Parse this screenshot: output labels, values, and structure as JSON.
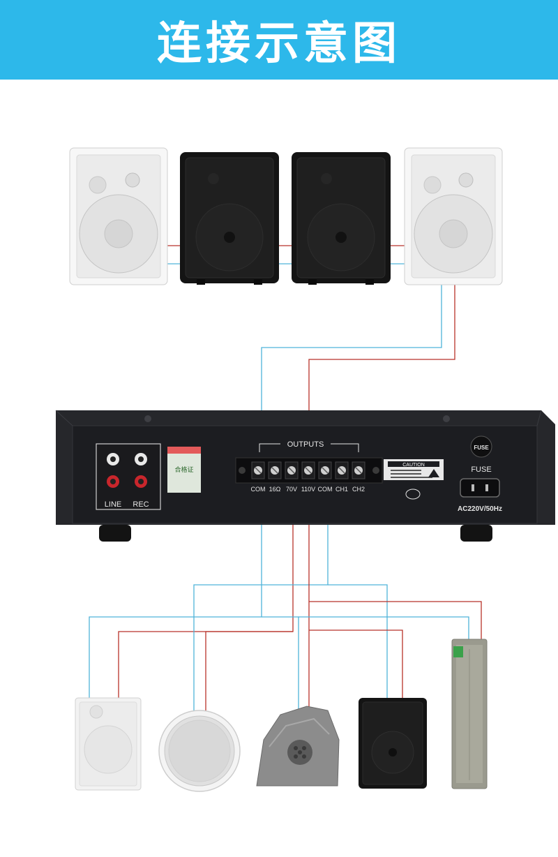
{
  "banner": {
    "title": "连接示意图"
  },
  "amplifier": {
    "inputs_label_line": "LINE",
    "inputs_label_rec": "REC",
    "certificate_text": "合格证",
    "outputs_label": "OUTPUTS",
    "terminals": [
      "COM",
      "16Ω",
      "70V",
      "110V",
      "COM",
      "CH1",
      "CH2"
    ],
    "caution_label": "CAUTION",
    "fuse_cap_text": "FUSE",
    "fuse_label": "FUSE",
    "power_label": "AC220V/50Hz"
  },
  "colors": {
    "banner": "#2db8ea",
    "wire_red": "#b8322a",
    "wire_blue": "#4fb3d9",
    "amplifier_body": "#1c1d21"
  },
  "speakers_top": [
    "white-wall-speaker",
    "black-wall-speaker",
    "black-wall-speaker",
    "white-wall-speaker"
  ],
  "speakers_bottom": [
    "white-wall-speaker",
    "ceiling-speaker",
    "rock-garden-speaker",
    "black-wall-speaker",
    "column-speaker"
  ]
}
